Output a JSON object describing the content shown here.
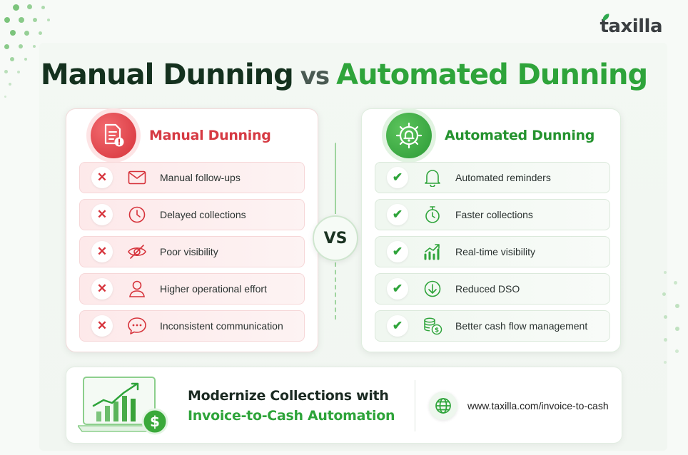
{
  "brand": {
    "logo_text": "taxilla"
  },
  "title": {
    "part1": "Manual Dunning",
    "part2": "vs",
    "part3": "Automated Dunning"
  },
  "colors": {
    "red": "#d6323a",
    "green": "#2ea43a",
    "dark": "#14311e"
  },
  "manual": {
    "heading": "Manual Dunning",
    "icon": "invoice-alert-icon",
    "items": [
      {
        "label": "Manual follow-ups",
        "icon": "mail-icon"
      },
      {
        "label": "Delayed collections",
        "icon": "clock-icon"
      },
      {
        "label": "Poor visibility",
        "icon": "eye-off-icon"
      },
      {
        "label": "Higher operational effort",
        "icon": "user-icon"
      },
      {
        "label": "Inconsistent communication",
        "icon": "chat-icon"
      }
    ]
  },
  "versus": "VS",
  "automated": {
    "heading": "Automated Dunning",
    "icon": "gear-bell-icon",
    "items": [
      {
        "label": "Automated reminders",
        "icon": "bell-icon"
      },
      {
        "label": "Faster collections",
        "icon": "stopwatch-icon"
      },
      {
        "label": "Real-time visibility",
        "icon": "growth-chart-icon"
      },
      {
        "label": "Reduced DSO",
        "icon": "down-arrow-circle-icon"
      },
      {
        "label": "Better cash flow management",
        "icon": "coins-icon"
      }
    ]
  },
  "footer": {
    "line1": "Modernize Collections with",
    "line2": "Invoice-to-Cash Automation",
    "url": "www.taxilla.com/invoice-to-cash"
  }
}
